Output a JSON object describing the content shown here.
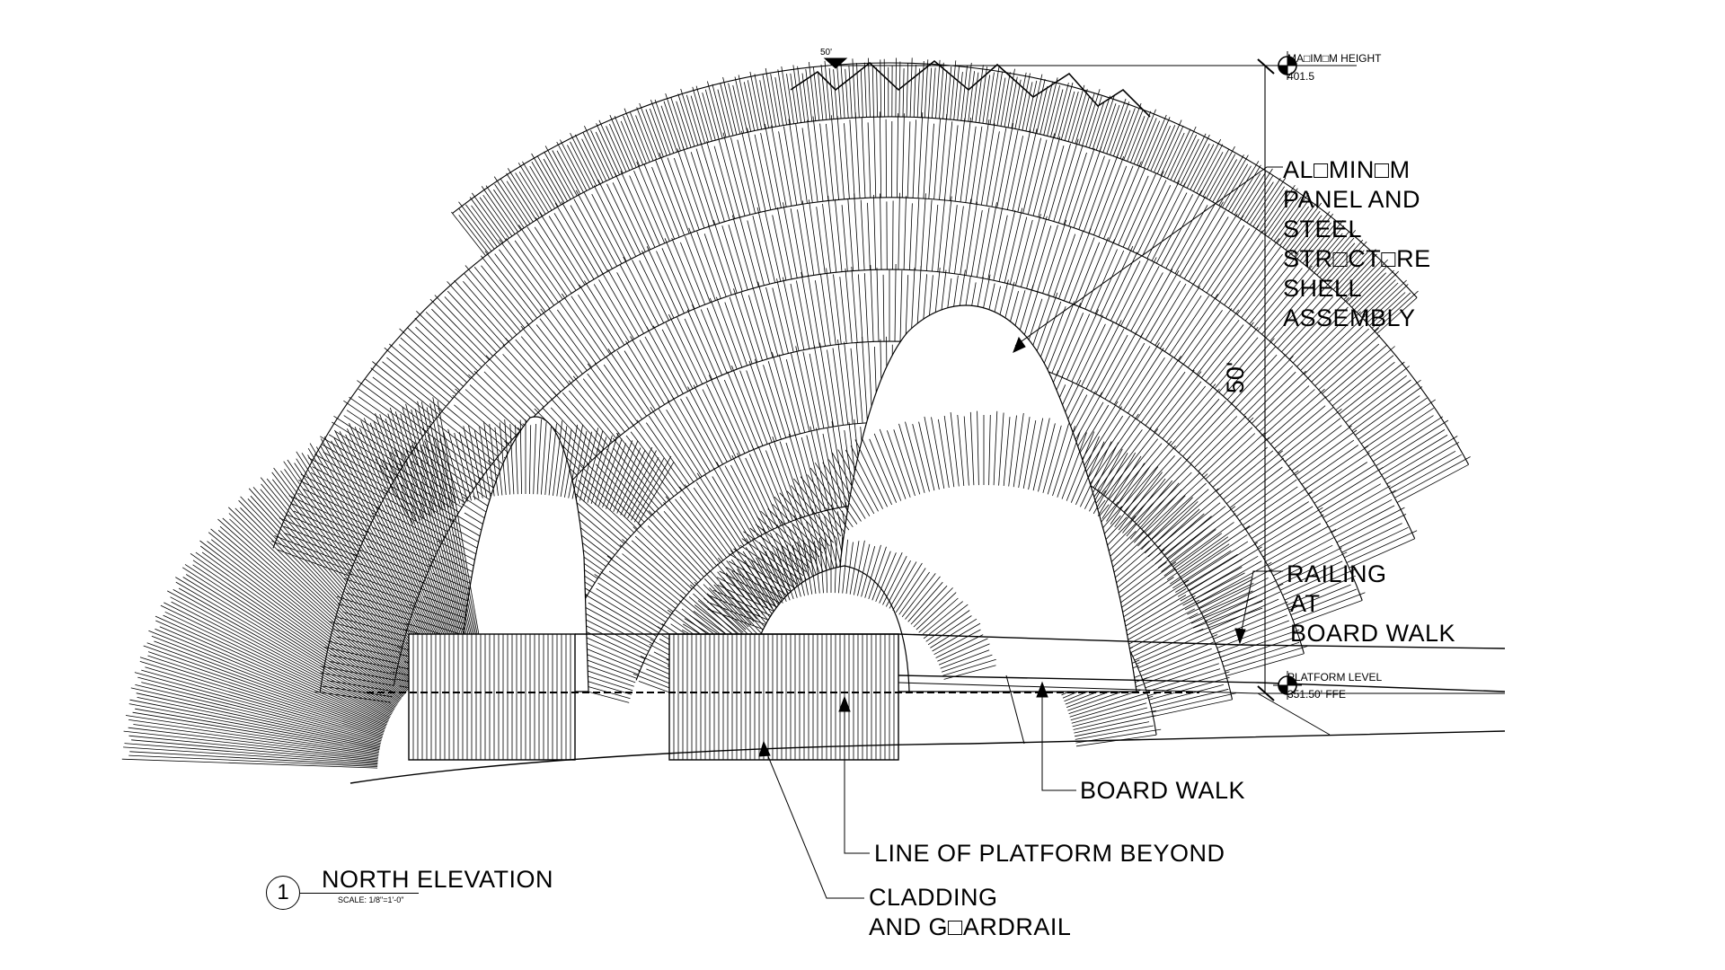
{
  "title": {
    "number": "1",
    "text": "NORTH ELEVATION",
    "scale": "SCALE: 1/8\"=1'-0\""
  },
  "top_marker": "50'",
  "dimension": "50'",
  "levels": {
    "max_height": {
      "label": "MA□IM□M HEIGHT",
      "value": "401.5"
    },
    "platform": {
      "label": "PLATFORM LEVEL",
      "value": "351.50' FFE"
    }
  },
  "callouts": {
    "shell": [
      "AL□MIN□M",
      "PANEL AND",
      "STEEL",
      "STR□CT□RE",
      "SHELL",
      "ASSEMBLY"
    ],
    "railing": [
      "RAILING",
      "AT",
      "BOARD WALK"
    ],
    "boardwalk": "BOARD WALK",
    "platform_line": "LINE OF PLATFORM BEYOND",
    "cladding": [
      "CLADDING",
      "AND G□ARDRAIL"
    ]
  }
}
